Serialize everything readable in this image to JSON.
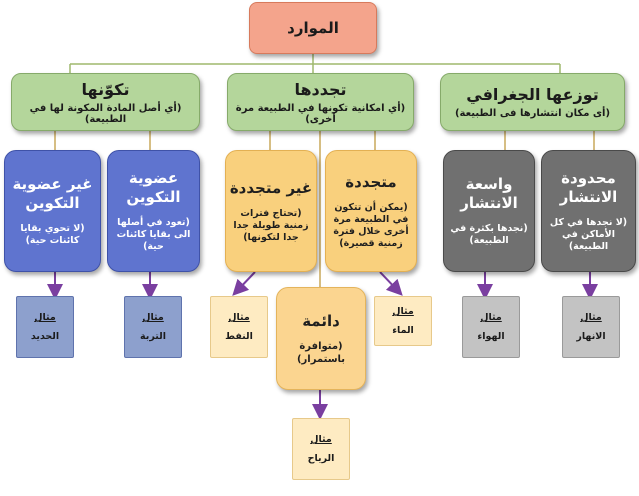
{
  "root": {
    "label": "الموارد"
  },
  "groups": [
    {
      "title": "توزعها الجغرافي",
      "subtitle": "(أى مكان انتشارها فى الطبيعة)"
    },
    {
      "title": "تجددها",
      "subtitle": "(أي امكانية تكونها في الطبيعة مرة أخرى)"
    },
    {
      "title": "تكوّنها",
      "subtitle": "(أي أصل المادة المكونة لها في الطبيعة)"
    }
  ],
  "categories": [
    {
      "title": "محدودة الانتشار",
      "desc": "(لا نجدها في كل الأماكن في الطبيعة)",
      "example_label": "مثال",
      "example": "الانهار"
    },
    {
      "title": "واسعة الانتشار",
      "desc": "(نجدها بكثرة في الطبيعة)",
      "example_label": "مثال",
      "example": "الهواء"
    },
    {
      "title": "متجددة",
      "desc": "(يمكن أن تتكون في الطبيعة مرة أخرى خلال فترة زمنية قصيرة)",
      "example_label": "مثال",
      "example": "الماء"
    },
    {
      "title": "غير متجددة",
      "desc": "(تحتاج فترات زمنية طويلة جدا جدا لتكونها)",
      "example_label": "مثال",
      "example": "النفط"
    },
    {
      "title": "عضوية التكوين",
      "desc": "(تعود في أصلها الى بقايا كائنات حية)",
      "example_label": "مثال",
      "example": "التربة"
    },
    {
      "title": "غير عضوية التكوين",
      "desc": "(لا تحوي بقايا كائنات حية)",
      "example_label": "مثال",
      "example": "الحديد"
    }
  ],
  "permanent": {
    "title": "دائمة",
    "desc": "(متوافرة باستمرار)",
    "example_label": "مثال",
    "example": "الرياح"
  },
  "colors": {
    "root": "#f4a48c",
    "group": "#b4d69b",
    "organic": "#5f74cf",
    "renewal": "#f9d07d",
    "distribution": "#707070",
    "line_green": "#9dbb6a",
    "line_purple": "#7a3fa0",
    "line_orange": "#d89a2a"
  }
}
